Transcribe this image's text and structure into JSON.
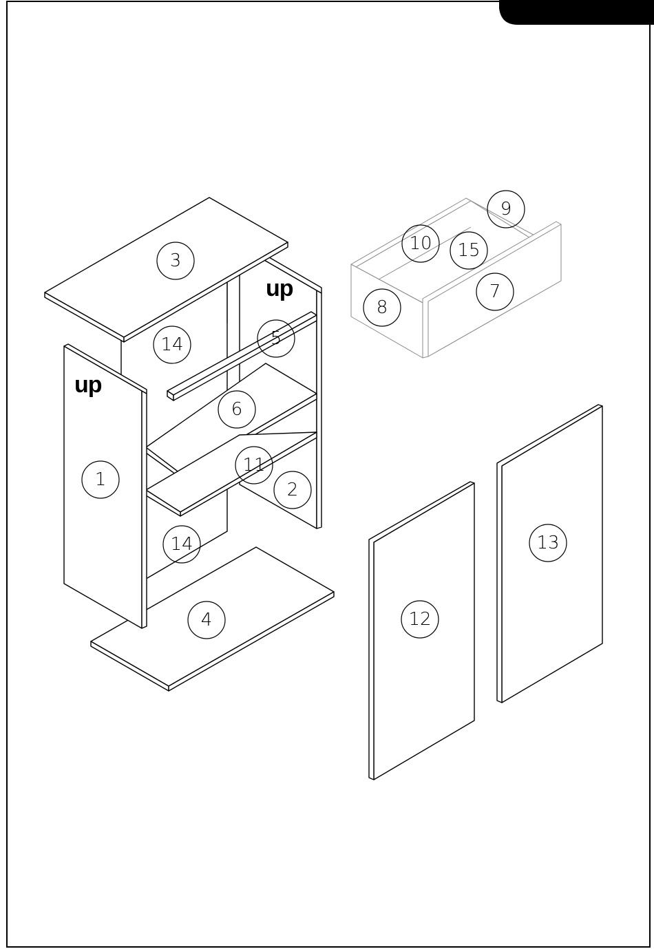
{
  "labels": {
    "up_left": "up",
    "up_right": "up"
  },
  "callouts": {
    "part_1": "1",
    "part_2": "2",
    "part_3": "3",
    "part_4": "4",
    "part_5": "5",
    "part_6": "6",
    "part_7": "7",
    "part_8": "8",
    "part_9": "9",
    "part_10": "10",
    "part_11": "11",
    "part_12": "12",
    "part_13": "13",
    "part_14_top": "14",
    "part_14_bottom": "14",
    "part_15": "15"
  },
  "colors": {
    "line": "#000000",
    "drawer_line": "#8a8a8a",
    "background": "#ffffff",
    "tab": "#000000"
  }
}
